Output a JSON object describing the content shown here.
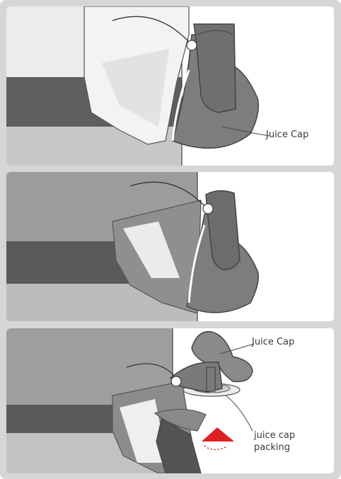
{
  "labels": {
    "panel1_juice_cap": "Juice Cap",
    "panel3_juice_cap": "Juice Cap",
    "panel3_packing_line1": "juice cap",
    "panel3_packing_line2": "packing"
  },
  "colors": {
    "frame": "#d6d6d6",
    "body_dark": "#5e5e5e",
    "body_mid": "#8a8a8a",
    "body_light": "#bdbdbd",
    "cap": "#7d7d7d",
    "cap_dark": "#6a6a6a",
    "arrow": "#e02020"
  }
}
